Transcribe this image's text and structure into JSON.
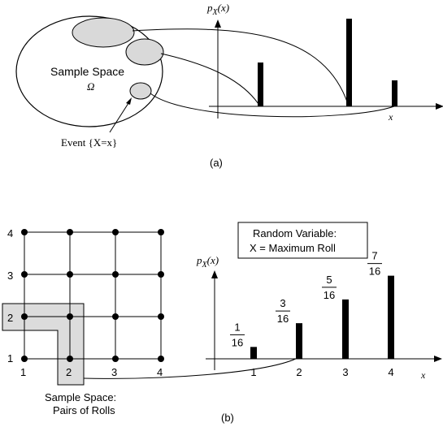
{
  "panel_a": {
    "pmf_label": "p",
    "pmf_sub": "X",
    "pmf_arg": "(x)",
    "sample_space_label": "Sample Space",
    "omega": "Ω",
    "event_label": "Event {X=x}",
    "x_axis_label": "x",
    "caption": "(a)"
  },
  "panel_b": {
    "grid_rows": [
      "4",
      "3",
      "2",
      "1"
    ],
    "grid_cols": [
      "1",
      "2",
      "3",
      "4"
    ],
    "sample_space_line1": "Sample Space:",
    "sample_space_line2": "Pairs of Rolls",
    "rv_box_line1": "Random Variable:",
    "rv_box_line2": "X = Maximum Roll",
    "pmf_label": "p",
    "pmf_sub": "X",
    "pmf_arg": "(x)",
    "x_axis_label": "x",
    "caption": "(b)",
    "bars": [
      {
        "x": "1",
        "num": "1",
        "den": "16",
        "value": 0.0625
      },
      {
        "x": "2",
        "num": "3",
        "den": "16",
        "value": 0.1875
      },
      {
        "x": "3",
        "num": "5",
        "den": "16",
        "value": 0.3125
      },
      {
        "x": "4",
        "num": "7",
        "den": "16",
        "value": 0.4375
      }
    ]
  }
}
